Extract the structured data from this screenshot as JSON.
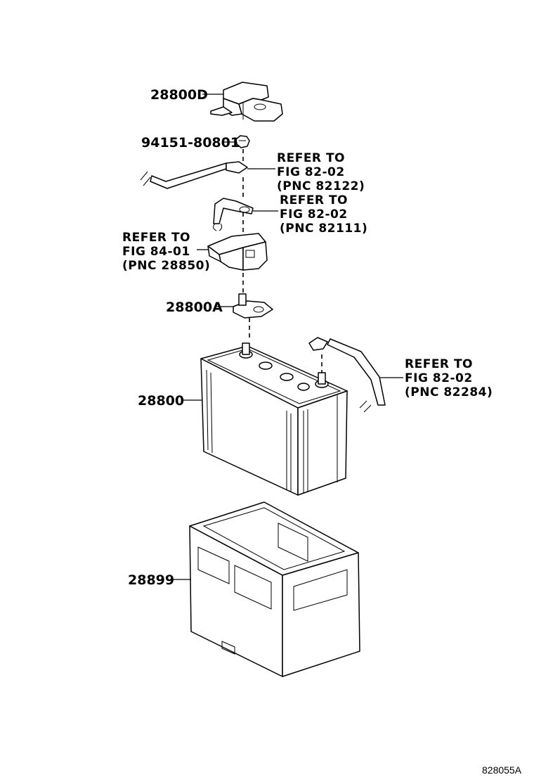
{
  "labels": {
    "cover_d": "28800D",
    "nut": "94151-80801",
    "ref1": [
      "REFER TO",
      "FIG 82-02",
      "(PNC 82122)"
    ],
    "ref2": [
      "REFER TO",
      "FIG 82-02",
      "(PNC 82111)"
    ],
    "ref3": [
      "REFER TO",
      "FIG 84-01",
      "(PNC 28850)"
    ],
    "clamp_a": "28800A",
    "battery": "28800",
    "ref4": [
      "REFER TO",
      "FIG 82-02",
      "(PNC 82284)"
    ],
    "tray": "28899"
  },
  "figure_code": "828055A"
}
